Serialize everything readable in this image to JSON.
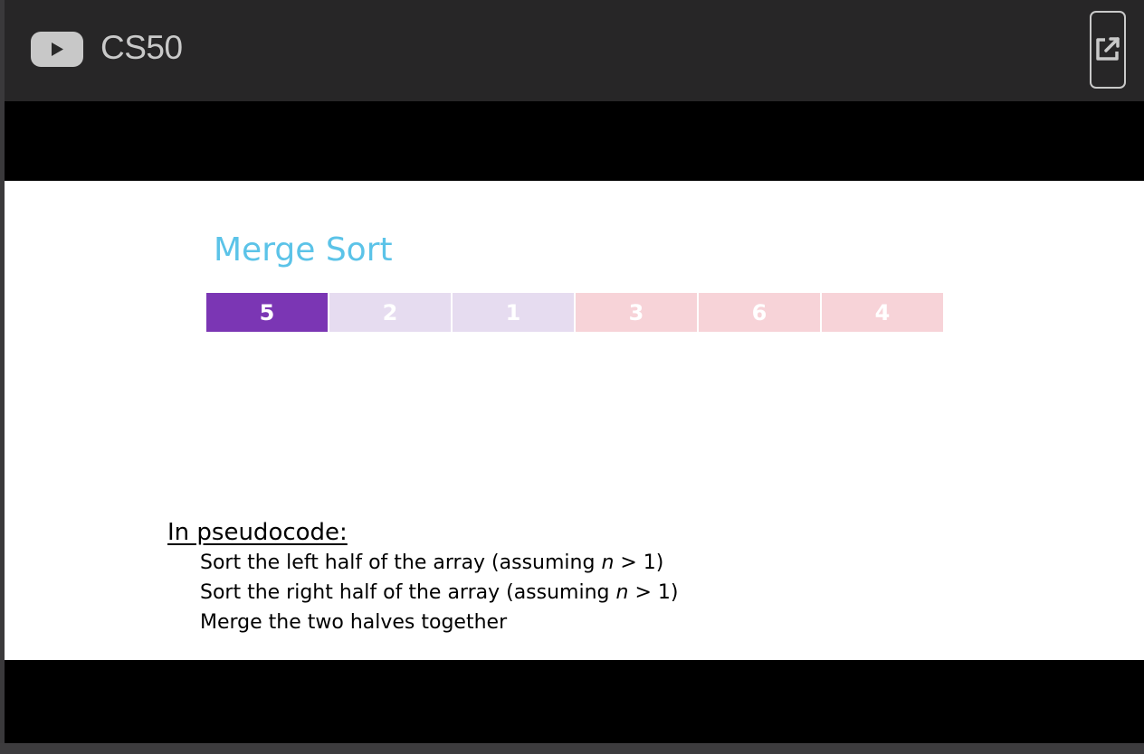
{
  "header": {
    "channel_title": "CS50",
    "icons": {
      "logo": "youtube-play-logo-icon",
      "share": "open-in-new-window-icon"
    }
  },
  "slide": {
    "title": "Merge Sort",
    "array": [
      {
        "value": "5",
        "group": "active"
      },
      {
        "value": "2",
        "group": "left"
      },
      {
        "value": "1",
        "group": "left"
      },
      {
        "value": "3",
        "group": "right"
      },
      {
        "value": "6",
        "group": "right"
      },
      {
        "value": "4",
        "group": "right"
      }
    ],
    "pseudocode": {
      "heading": "In pseudocode:",
      "line1_prefix": "Sort the left half of the array (assuming ",
      "line1_var": "n",
      "line1_suffix": " > 1)",
      "line2_prefix": "Sort the right half of the array (assuming ",
      "line2_var": "n",
      "line2_suffix": " > 1)",
      "line3": "Merge the two halves together"
    }
  },
  "colors": {
    "title": "#5bc3e8",
    "active_cell_bg": "#7b36b4",
    "active_cell_text": "#ffffff",
    "left_cell_bg": "#e6dcf0",
    "left_cell_text": "#ffffff",
    "right_cell_bg": "#f7d3d8",
    "right_cell_text": "#ffffff"
  }
}
